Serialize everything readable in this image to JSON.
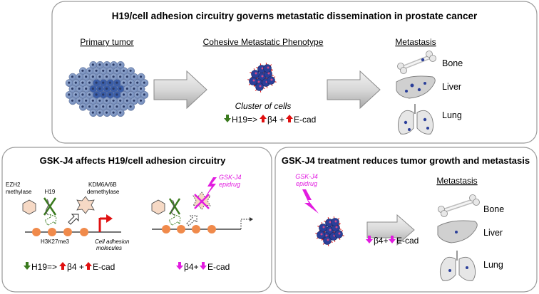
{
  "top": {
    "title": "H19/cell adhesion circuitry governs metastatic dissemination in prostate cancer",
    "primary_tumor": "Primary tumor",
    "cohesive_phenotype": "Cohesive Metastatic Phenotype",
    "cluster_of_cells": "Cluster of cells",
    "formula_h19": "H19=>",
    "formula_b4": "β4 +",
    "formula_ecad": "E-cad",
    "metastasis": "Metastasis",
    "organs": [
      "Bone",
      "Liver",
      "Lung"
    ]
  },
  "left": {
    "title": "GSK-J4 affects H19/cell adhesion circuitry",
    "ezh2_line1": "EZH2",
    "ezh2_line2": "methylase",
    "h19": "H19",
    "kdm_line1": "KDM6A/6B",
    "kdm_line2": "demethylase",
    "h3k27me3": "H3K27me3",
    "cell_adhesion_line1": "Cell adhesion",
    "cell_adhesion_line2": "molecules",
    "gsk_line1": "GSK-J4",
    "gsk_line2": "epidrug",
    "formula_left_h19": "H19=>",
    "formula_left_b4": "β4 +",
    "formula_left_ecad": "E-cad",
    "formula_right_b4": "β4+",
    "formula_right_ecad": "E-cad"
  },
  "right": {
    "title": "GSK-J4 treatment reduces tumor growth and metastasis",
    "gsk_line1": "GSK-J4",
    "gsk_line2": "epidrug",
    "formula_b4": "β4+",
    "formula_ecad": "E-cad",
    "metastasis": "Metastasis",
    "organs": [
      "Bone",
      "Liver",
      "Lung"
    ]
  },
  "colors": {
    "down_arrow": "#3a7a1e",
    "up_arrow": "#e01010",
    "magenta": "#e21ce0",
    "cell_blue": "#2b3f9a",
    "nucleosome": "#f08a4b"
  }
}
